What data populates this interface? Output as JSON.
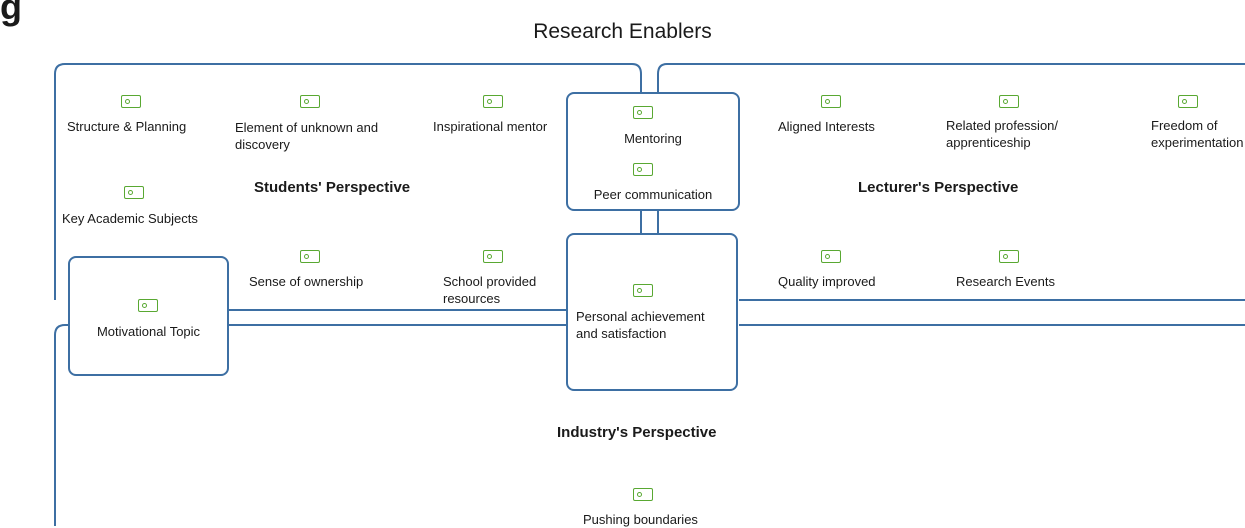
{
  "diagram": {
    "title": "Research Enablers",
    "heading_fragment": "g",
    "perspectives": {
      "students": "Students' Perspective",
      "lecturers": "Lecturer's Perspective",
      "industry": "Industry's Perspective"
    },
    "students_items": {
      "structure_planning": "Structure & Planning",
      "unknown_discovery_line1": "Element of unknown and",
      "unknown_discovery_line2": "discovery",
      "inspirational_mentor": "Inspirational mentor",
      "key_academic": "Key Academic Subjects",
      "sense_ownership": "Sense of ownership",
      "school_resources_line1": "School provided",
      "school_resources_line2": "resources"
    },
    "lecturers_items": {
      "aligned_interests": "Aligned Interests",
      "related_profession_line1": "Related profession/",
      "related_profession_line2": "apprenticeship",
      "freedom_line1": "Freedom of",
      "freedom_line2": "experimentation",
      "quality_improved": "Quality improved",
      "research_events": "Research Events"
    },
    "shared_items": {
      "mentoring": "Mentoring",
      "peer_communication": "Peer communication",
      "personal_line1": "Personal achievement",
      "personal_line2": "and satisfaction",
      "motivational_topic": "Motivational Topic"
    },
    "industry_items": {
      "pushing_boundaries": "Pushing boundaries"
    },
    "colors": {
      "line": "#3d6fa3",
      "icon": "#59a832"
    }
  }
}
